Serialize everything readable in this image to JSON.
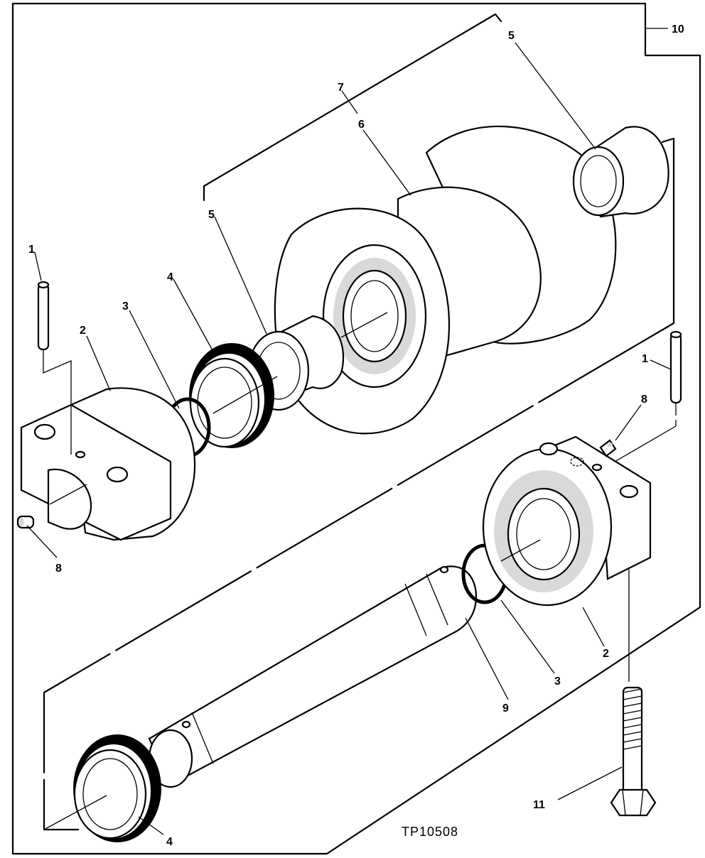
{
  "callouts": {
    "c1a": "1",
    "c1b": "1",
    "c2a": "2",
    "c2b": "2",
    "c3a": "3",
    "c3b": "3",
    "c4a": "4",
    "c4b": "4",
    "c5a": "5",
    "c5b": "5",
    "c6": "6",
    "c7": "7",
    "c8a": "8",
    "c8b": "8",
    "c9": "9",
    "c10": "10",
    "c11": "11"
  },
  "figure_code": "TP10508"
}
